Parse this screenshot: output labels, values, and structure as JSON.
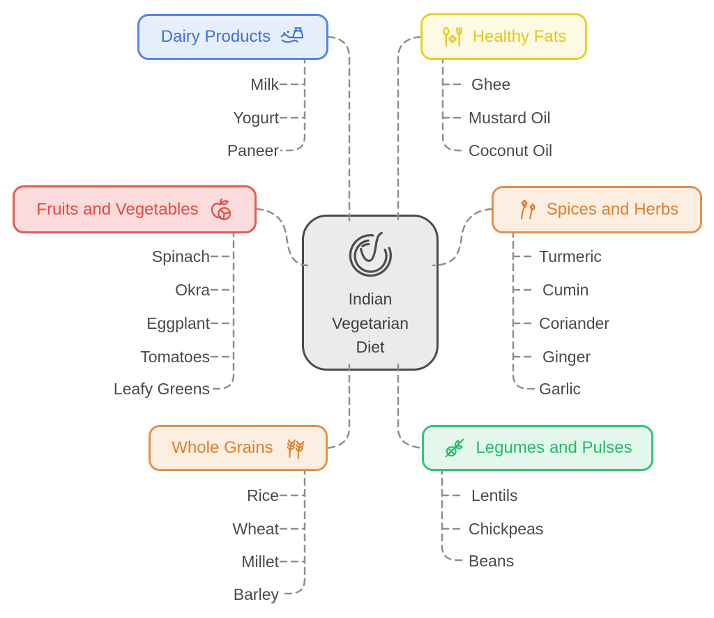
{
  "center": {
    "title": "Indian Vegetarian Diet",
    "icon": "vegetarian-emblem-icon",
    "background": "#ebebeb",
    "border_color": "#4b4b4b"
  },
  "groups": [
    {
      "id": "dairy",
      "label": "Dairy Products",
      "icon": "milk-can-icon",
      "border": "#5586e8",
      "text": "#3e70e0",
      "background": "#e7eefc",
      "items": [
        "Milk",
        "Yogurt",
        "Paneer"
      ]
    },
    {
      "id": "healthy-fats",
      "label": "Healthy Fats",
      "icon": "cutlery-health-icon",
      "border": "#e6d226",
      "text": "#e5c716",
      "background": "#fcfae3",
      "items": [
        "Ghee",
        "Mustard Oil",
        "Coconut Oil"
      ]
    },
    {
      "id": "fruits-vegetables",
      "label": "Fruits and Vegetables",
      "icon": "fruit-slice-icon",
      "border": "#e65c54",
      "text": "#e04b43",
      "background": "#fbdbdb",
      "items": [
        "Spinach",
        "Okra",
        "Eggplant",
        "Tomatoes",
        "Leafy Greens"
      ]
    },
    {
      "id": "spices-herbs",
      "label": "Spices and Herbs",
      "icon": "herb-sprigs-icon",
      "border": "#e3914b",
      "text": "#dd7f2e",
      "background": "#fcefe2",
      "items": [
        "Turmeric",
        "Cumin",
        "Coriander",
        "Ginger",
        "Garlic"
      ]
    },
    {
      "id": "whole-grains",
      "label": "Whole Grains",
      "icon": "wheat-icon",
      "border": "#e3914b",
      "text": "#dd7f2e",
      "background": "#fcefe2",
      "items": [
        "Rice",
        "Wheat",
        "Millet",
        "Barley"
      ]
    },
    {
      "id": "legumes-pulses",
      "label": "Legumes and Pulses",
      "icon": "sprout-slash-icon",
      "border": "#35c476",
      "text": "#27bb66",
      "background": "#e4f7ec",
      "items": [
        "Lentils",
        "Chickpeas",
        "Beans"
      ]
    }
  ],
  "connector_color": "#8f8f8f",
  "item_text_color": "#4a4a4a"
}
